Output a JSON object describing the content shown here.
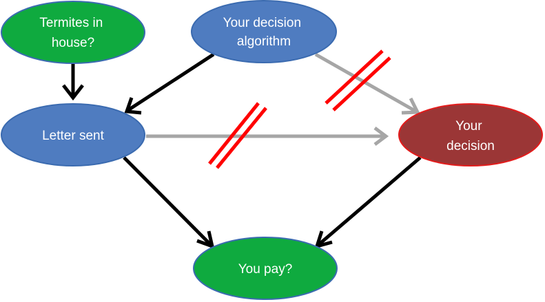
{
  "nodes": {
    "termites": {
      "lines": [
        "Termites in",
        "house?"
      ],
      "fill": "#0faa3f",
      "stroke": "#3b6bb0"
    },
    "algorithm": {
      "lines": [
        "Your decision",
        "algorithm"
      ],
      "fill": "#4f7cc0",
      "stroke": "#3b6bb0"
    },
    "letter": {
      "lines": [
        "Letter sent"
      ],
      "fill": "#4f7cc0",
      "stroke": "#3b6bb0"
    },
    "decision": {
      "lines": [
        "Your",
        "decision"
      ],
      "fill": "#9b3636",
      "stroke": "#e31c1c"
    },
    "pay": {
      "lines": [
        "You pay?"
      ],
      "fill": "#0faa3f",
      "stroke": "#3b6bb0"
    }
  },
  "edges": [
    {
      "from": "termites",
      "to": "letter",
      "color": "#000000",
      "severed": false
    },
    {
      "from": "algorithm",
      "to": "letter",
      "color": "#000000",
      "severed": false
    },
    {
      "from": "algorithm",
      "to": "decision",
      "color": "#a6a6a6",
      "severed": true
    },
    {
      "from": "letter",
      "to": "decision",
      "color": "#a6a6a6",
      "severed": true
    },
    {
      "from": "letter",
      "to": "pay",
      "color": "#000000",
      "severed": false
    },
    {
      "from": "decision",
      "to": "pay",
      "color": "#000000",
      "severed": false
    }
  ],
  "colors": {
    "cut_mark": "#ff0000"
  }
}
